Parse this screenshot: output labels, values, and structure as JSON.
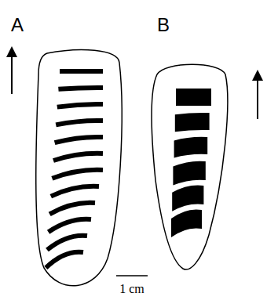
{
  "diagram": {
    "labels": [
      "A",
      "B",
      "1 cm"
    ]
  }
}
